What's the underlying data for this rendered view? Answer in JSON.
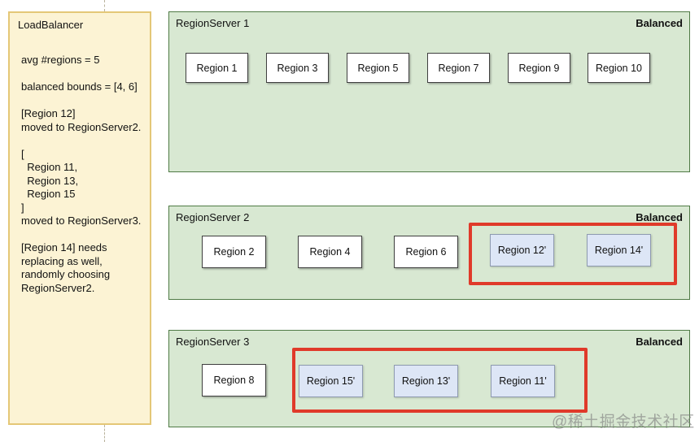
{
  "loadbalancer": {
    "title": "LoadBalancer",
    "lines": [
      "avg #regions = 5",
      "",
      "balanced bounds = [4, 6]",
      "",
      "[Region 12]",
      "moved to RegionServer2.",
      "",
      "[",
      "  Region 11,",
      "  Region 13,",
      "  Region 15",
      "]",
      "moved to RegionServer3.",
      "",
      "[Region 14] needs",
      "replacing as well,",
      "randomly choosing",
      "RegionServer2."
    ]
  },
  "servers": [
    {
      "title": "RegionServer 1",
      "status": "Balanced",
      "regions": [
        "Region 1",
        "Region 3",
        "Region 5",
        "Region 7",
        "Region 9",
        "Region 10"
      ]
    },
    {
      "title": "RegionServer 2",
      "status": "Balanced",
      "regions": [
        "Region 2",
        "Region 4",
        "Region 6",
        "Region 12'",
        "Region 14'"
      ]
    },
    {
      "title": "RegionServer 3",
      "status": "Balanced",
      "regions": [
        "Region 8",
        "Region 15'",
        "Region 13'",
        "Region 11'"
      ]
    }
  ],
  "watermark": "@稀土掘金技术社区",
  "colors": {
    "note_yellow": "#fcf3d4",
    "note_border": "#e4c777",
    "panel_green": "#d8e8d2",
    "panel_green_border": "#4f7a45",
    "moved_box_fill": "#dde6f6",
    "moved_box_border": "#8e9ab0",
    "highlight_red": "#e03a2a"
  }
}
